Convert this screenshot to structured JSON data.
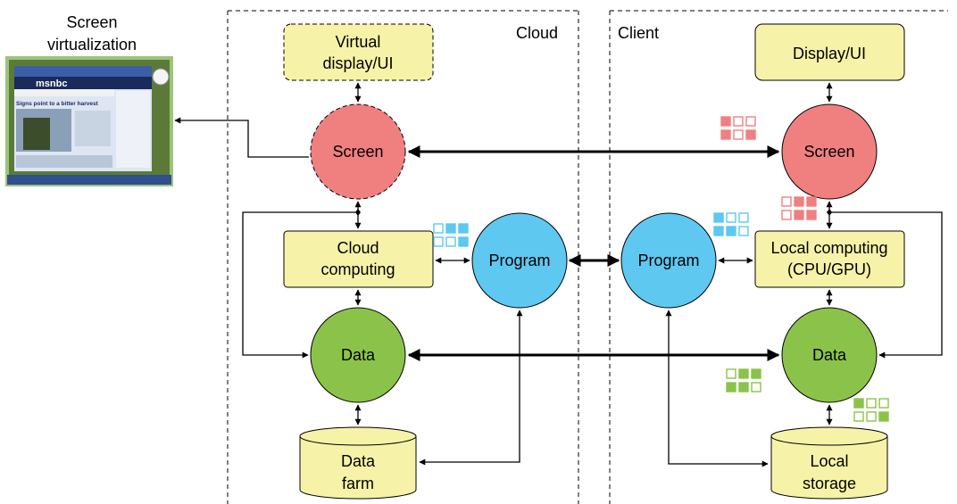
{
  "left_panel": {
    "title_line1": "Screen",
    "title_line2": "virtualization",
    "screenshot_brand": "msnbc",
    "screenshot_headline": "Signs point to a bitter harvest"
  },
  "regions": {
    "cloud": "Cloud",
    "client": "Client"
  },
  "cloud": {
    "virtual_display": [
      "Virtual",
      "display/UI"
    ],
    "screen": "Screen",
    "cloud_computing": [
      "Cloud",
      "computing"
    ],
    "program": "Program",
    "data": "Data",
    "data_farm": [
      "Data",
      "farm"
    ]
  },
  "client": {
    "display": "Display/UI",
    "screen": "Screen",
    "local_computing": [
      "Local computing",
      "(CPU/GPU)"
    ],
    "program": "Program",
    "data": "Data",
    "local_storage": [
      "Local",
      "storage"
    ]
  },
  "colors": {
    "box_fill": "#f6f3a8",
    "screen": "#f08080",
    "program": "#5ec8f0",
    "data": "#8bc34a"
  }
}
